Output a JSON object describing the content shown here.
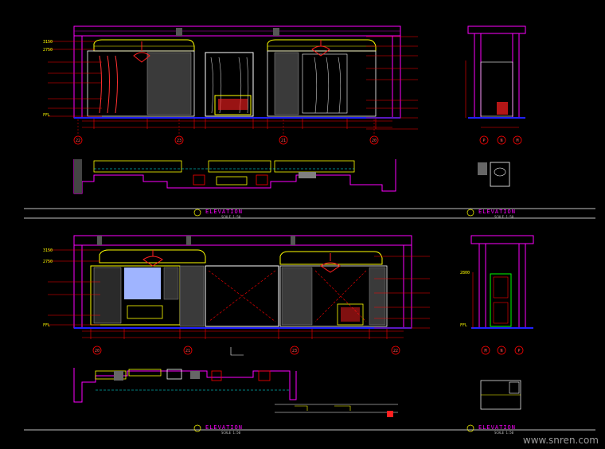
{
  "views": [
    {
      "title": "ELEVATION",
      "scale": "SCALE 1:50"
    },
    {
      "title": "ELEVATION",
      "scale": "SCALE 1:50"
    },
    {
      "title": "ELEVATION",
      "scale": "SCALE 1:50"
    },
    {
      "title": "ELEVATION",
      "scale": "SCALE 1:50"
    }
  ],
  "grid_labels": {
    "top_main": [
      "22",
      "23",
      "21",
      "20"
    ],
    "top_side": [
      "P",
      "N",
      "M"
    ],
    "bottom_main": [
      "20",
      "21",
      "23",
      "22"
    ],
    "bottom_side": [
      "M",
      "N",
      "P"
    ]
  },
  "level_tags": [
    "3150",
    "2750",
    "FFL",
    "2800",
    "FFL"
  ],
  "watermark": "www.snren.com",
  "colors": {
    "background": "#000000",
    "wall": "#ff00ff",
    "dimension": "#ff0000",
    "detail": "#ffff00",
    "outline": "#ffffff",
    "floor": "#0000ff",
    "hatch": "#00ffff",
    "panel": "#9fb4ff"
  }
}
